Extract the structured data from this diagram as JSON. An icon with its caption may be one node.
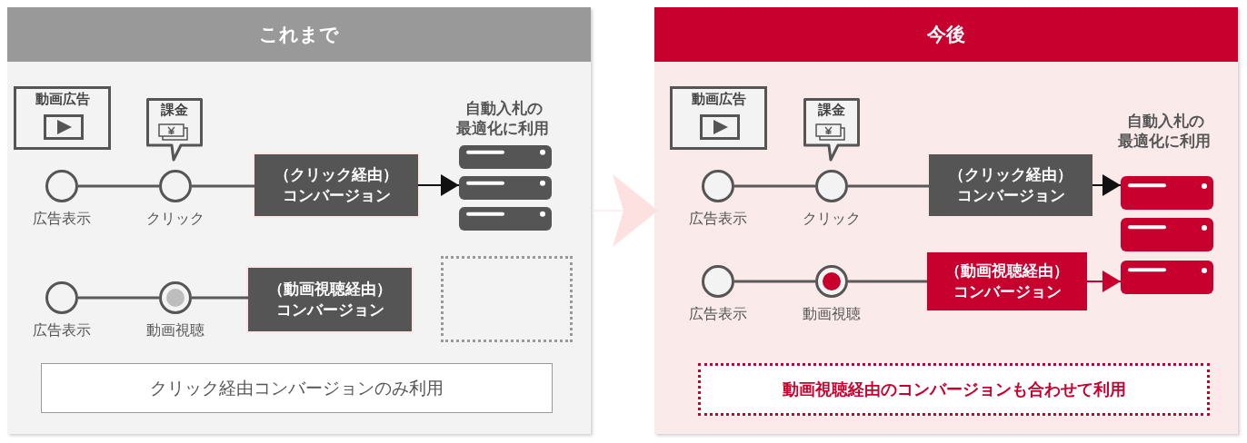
{
  "diagram": {
    "nodes": [
      {
        "text": [
          "これまで"
        ]
      },
      {
        "text": [
          "動画広告"
        ],
        "in": 0
      },
      {
        "text": [
          "課金"
        ],
        "in": 0
      },
      {
        "text": [],
        "shape": "circle",
        "beside": [
          "広告表示"
        ],
        "in": 0
      },
      {
        "text": [],
        "shape": "circle",
        "beside": [
          "クリック"
        ],
        "in": 0
      },
      {
        "text": [
          "（クリック経由）コンバージョン"
        ],
        "in": 0
      },
      {
        "text": [
          "自動入札の最適化に利用"
        ],
        "in": 0
      },
      {
        "text": [],
        "shape": "circle",
        "beside": [
          "広告表示"
        ],
        "in": 0
      },
      {
        "text": [],
        "shape": "circle",
        "beside": [
          "動画視聴"
        ],
        "in": 0
      },
      {
        "text": [
          "（動画視聴経由）コンバージョン"
        ],
        "in": 0
      },
      {
        "text": [],
        "shape": "box",
        "in": 0
      },
      {
        "text": [
          "クリック経由コンバージョンのみ利用"
        ],
        "in": 0
      },
      {
        "text": [
          "今後"
        ]
      },
      {
        "text": [
          "動画広告"
        ],
        "in": 12
      },
      {
        "text": [
          "課金"
        ],
        "in": 12
      },
      {
        "text": [],
        "shape": "circle",
        "beside": [
          "広告表示"
        ],
        "in": 12
      },
      {
        "text": [],
        "shape": "circle",
        "beside": [
          "クリック"
        ],
        "in": 12
      },
      {
        "text": [
          "（クリック経由）コンバージョン"
        ],
        "in": 12
      },
      {
        "text": [
          "自動入札の最適化に利用"
        ],
        "in": 12
      },
      {
        "text": [],
        "shape": "circle",
        "beside": [
          "広告表示"
        ],
        "in": 12
      },
      {
        "text": [],
        "shape": "circle",
        "beside": [
          "動画視聴"
        ],
        "in": 12
      },
      {
        "text": [
          "（動画視聴経由）コンバージョン"
        ],
        "in": 12
      },
      {
        "text": [
          "動画視聴経由のコンバージョンも合わせて利用"
        ],
        "in": 12
      }
    ],
    "edges": [
      {
        "from": 0,
        "to": 12,
        "arrow": "to",
        "color": "#fde0e0"
      },
      {
        "from": 3,
        "to": 4,
        "arrow": "none"
      },
      {
        "from": 4,
        "to": 5,
        "arrow": "none"
      },
      {
        "from": 5,
        "to": 6,
        "arrow": "to",
        "color": "#111111"
      },
      {
        "from": 7,
        "to": 8,
        "arrow": "none"
      },
      {
        "from": 8,
        "to": 9,
        "arrow": "none"
      },
      {
        "from": 15,
        "to": 16,
        "arrow": "none"
      },
      {
        "from": 16,
        "to": 17,
        "arrow": "none"
      },
      {
        "from": 17,
        "to": 18,
        "arrow": "to",
        "color": "#111111"
      },
      {
        "from": 19,
        "to": 20,
        "arrow": "none"
      },
      {
        "from": 20,
        "to": 21,
        "arrow": "none"
      },
      {
        "from": 21,
        "to": 18,
        "arrow": "to",
        "color": "#c8002d"
      }
    ]
  }
}
